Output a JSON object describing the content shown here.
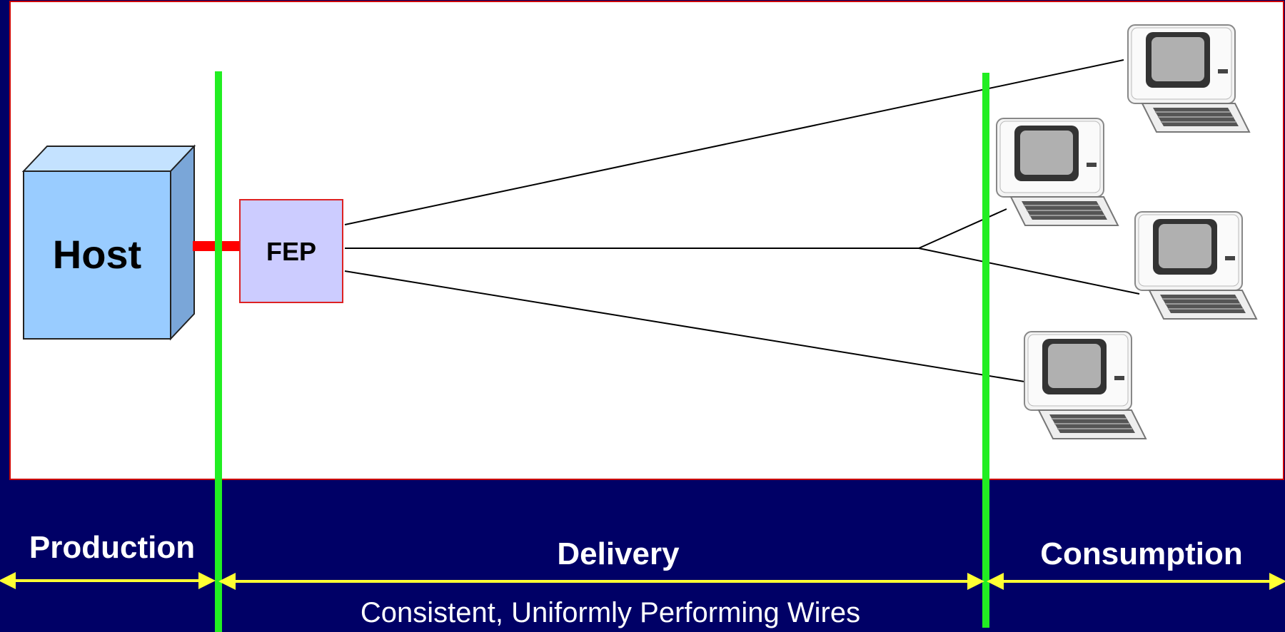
{
  "nodes": {
    "host_label": "Host",
    "fep_label": "FEP"
  },
  "zones": {
    "production_label": "Production",
    "delivery_label": "Delivery",
    "consumption_label": "Consumption",
    "delivery_caption": "Consistent, Uniformly Performing Wires"
  },
  "colors": {
    "background": "#000066",
    "panel": "#ffffff",
    "panel_border": "#cc0000",
    "boundary": "#22ee22",
    "arrow": "#ffff33",
    "host_face": "#99ccff",
    "fep_fill": "#ccccff",
    "fep_border": "#dd2222",
    "link": "#ff0000"
  },
  "terminals": {
    "count": 4,
    "icon": "terminal-icon"
  }
}
